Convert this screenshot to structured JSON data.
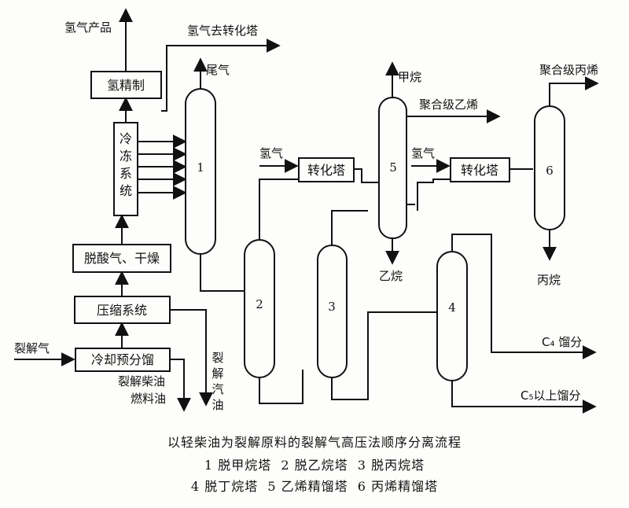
{
  "labels": {
    "h2_product": "氢气产品",
    "h2_to_conv": "氢气去转化塔",
    "tail_gas": "尾气",
    "methane": "甲烷",
    "eth_poly": "聚合级乙烯",
    "prop_poly": "聚合级丙烯",
    "h2_a": "氢气",
    "h2_b": "氢气",
    "ethane": "乙烷",
    "propane": "丙烷",
    "c4": "C₄ 馏分",
    "c5": "C₅以上馏分",
    "feed_gas": "裂解气",
    "diesel": "裂解柴油",
    "fuel_oil": "燃料油",
    "gasoline": "裂解汽油"
  },
  "boxes": {
    "h2_refine": "氢精制",
    "refrig": "冷冻系统",
    "deacid": "脱酸气、干燥",
    "compress": "压缩系统",
    "cool": "冷却预分馏",
    "conv1": "转化塔",
    "conv2": "转化塔"
  },
  "columns": [
    "1",
    "2",
    "3",
    "4",
    "5",
    "6"
  ],
  "caption": {
    "title": "以轻柴油为裂解原料的裂解气高压法顺序分离流程",
    "legend1": "1 脱甲烷塔  2 脱乙烷塔  3 脱丙烷塔",
    "legend2": "4 脱丁烷塔  5 乙烯精馏塔  6 丙烯精馏塔"
  }
}
